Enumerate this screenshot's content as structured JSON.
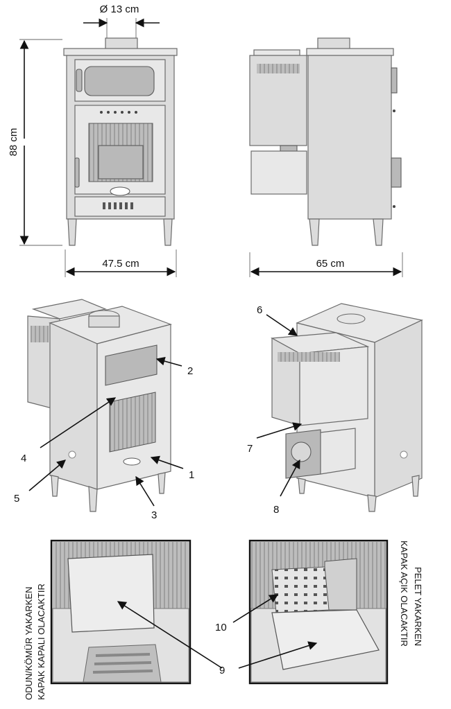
{
  "dimensions": {
    "flue_diameter": "Ø 13 cm",
    "height": "88 cm",
    "width": "47.5 cm",
    "depth": "65 cm"
  },
  "callouts": [
    "1",
    "2",
    "3",
    "4",
    "5",
    "6",
    "7",
    "8",
    "9",
    "10"
  ],
  "detail_left": {
    "caption_line1": "ODUN/KÖMÜR YAKARKEN",
    "caption_line2": "KAPAK KAPALI OLACAKTIR",
    "callout": "9"
  },
  "detail_right": {
    "caption_line1": "PELET YAKARKEN",
    "caption_line2": "KAPAK AÇIK OLACAKTIR",
    "callout_upper": "10",
    "callout_lower": "9"
  },
  "colors": {
    "metal": "#dcdcdc",
    "outline": "#6a6a6a",
    "ink": "#111111"
  }
}
